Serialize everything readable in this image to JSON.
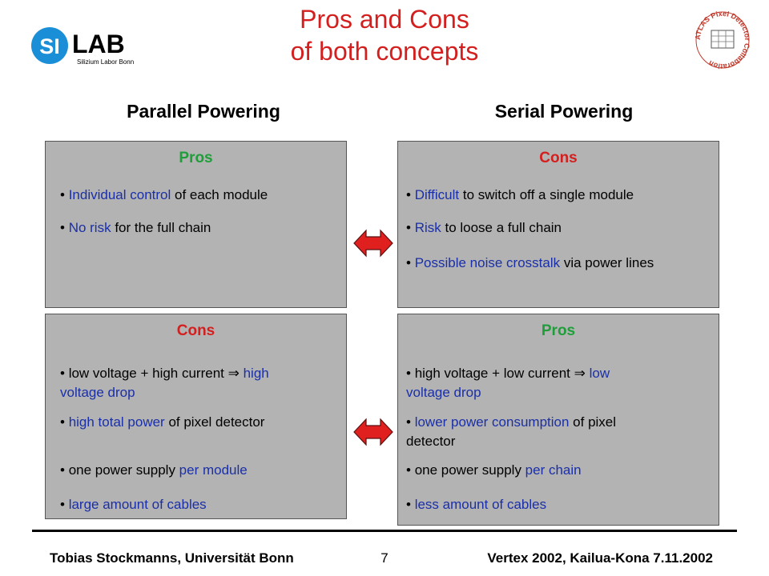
{
  "title": {
    "line1": "Pros and Cons",
    "line2": "of both concepts"
  },
  "logo": {
    "si": "SI",
    "lab": "LAB",
    "sub": "Silizium Labor Bonn"
  },
  "seal": {
    "text": "ATLAS Pixel Detector Collaboration"
  },
  "columns": {
    "left": "Parallel Powering",
    "right": "Serial Powering"
  },
  "boxes": {
    "tl": {
      "title": "Pros",
      "items": [
        {
          "hl": "Individual control",
          "rest": " of each module"
        },
        {
          "hl": "No risk",
          "rest": " for the full chain"
        }
      ]
    },
    "tr": {
      "title": "Cons",
      "items": [
        {
          "hl": "Difficult",
          "rest": " to switch off a single module"
        },
        {
          "hl": "Risk",
          "rest": " to loose a full chain"
        },
        {
          "hl": "Possible noise crosstalk",
          "rest": " via power lines"
        }
      ]
    },
    "bl": {
      "title": "Cons",
      "items": [
        {
          "pre": "low voltage + high current ",
          "sym": "⇒",
          "hl": " high",
          "hl2": "voltage drop"
        },
        {
          "hl": "high total power",
          "rest": " of pixel detector"
        },
        {
          "pre": "one power supply ",
          "hl": "per module"
        },
        {
          "hl": "large amount of cables"
        }
      ]
    },
    "br": {
      "title": "Pros",
      "items": [
        {
          "pre": "high voltage + low current ",
          "sym": "⇒",
          "hl": " low",
          "hl2": "voltage drop"
        },
        {
          "hl": "lower power consumption",
          "rest": " of pixel",
          "rest2": "detector"
        },
        {
          "pre": "one power supply ",
          "hl": "per chain"
        },
        {
          "hl": "less amount of cables"
        }
      ]
    }
  },
  "footer": {
    "left": "Tobias Stockmanns, Universität Bonn",
    "page": "7",
    "right": "Vertex 2002, Kailua-Kona 7.11.2002"
  },
  "colors": {
    "title": "#d41f1f",
    "pros": "#1f9e3a",
    "cons": "#d41f1f",
    "highlight": "#1a2fa8",
    "box": "#b3b3b3",
    "logo_blue": "#1a8fd8"
  }
}
